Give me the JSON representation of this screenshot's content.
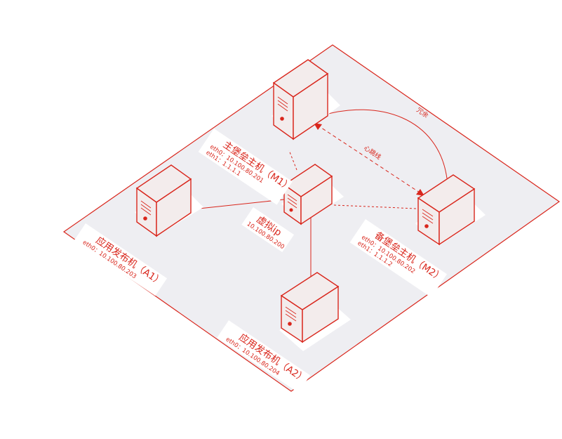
{
  "colors": {
    "accent": "#d9261c",
    "platform": "#eeeef2",
    "server_face": "#f3ecec",
    "label_card": "#ffffff"
  },
  "nodes": {
    "m1": {
      "title": "主堡垒主机（M1）",
      "line1": "eth0：10.100.80.201",
      "line2": "eth1：1.1.1.1",
      "icon": "server-icon"
    },
    "m2": {
      "title": "备堡垒主机（M2）",
      "line1": "eth0：10.100.80.202",
      "line2": "eth1：1.1.1.2",
      "icon": "server-icon"
    },
    "vip": {
      "title": "虚拟ip",
      "line1": "10.100.80.200",
      "icon": "server-icon"
    },
    "a1": {
      "title": "应用发布机（A1）",
      "line1": "eth0：10.100.80.203",
      "icon": "server-icon"
    },
    "a2": {
      "title": "应用发布机（A2）",
      "line1": "eth0：10.100.80.204",
      "icon": "server-icon"
    }
  },
  "edges": {
    "redundancy": "冗余",
    "heartbeat": "心跳线"
  }
}
